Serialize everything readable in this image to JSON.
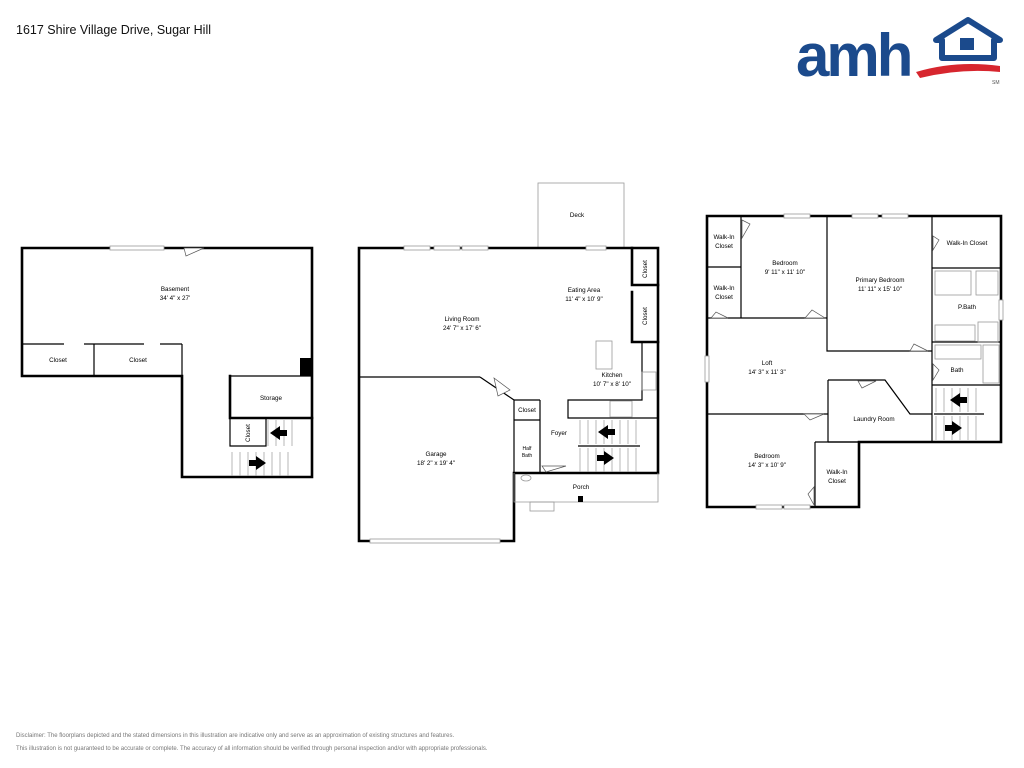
{
  "header": {
    "address": "1617 Shire Village Drive, Sugar Hill",
    "logo_text": "amh",
    "logo_mark": "SM",
    "logo_colors": {
      "text": "#1b4a8c",
      "swoosh": "#d7262e"
    }
  },
  "floors": {
    "basement": {
      "basement_label": "Basement",
      "basement_dims": "34' 4\" x 27'",
      "closet_1": "Closet",
      "closet_2": "Closet",
      "storage": "Storage",
      "closet_3": "Closet"
    },
    "main": {
      "deck": "Deck",
      "eating_area": "Eating Area",
      "eating_area_dims": "11' 4\" x 10' 9\"",
      "closet_a": "Closet",
      "closet_b": "Closet",
      "living_room": "Living Room",
      "living_room_dims": "24' 7\" x 17' 6\"",
      "kitchen": "Kitchen",
      "kitchen_dims": "10' 7\" x 8' 10\"",
      "closet_c": "Closet",
      "foyer": "Foyer",
      "half_bath_1": "Half",
      "half_bath_2": "Bath",
      "garage": "Garage",
      "garage_dims": "18' 2\" x 19' 4\"",
      "porch": "Porch"
    },
    "upper": {
      "walkin_1a": "Walk-In",
      "walkin_1b": "Closet",
      "bedroom_1": "Bedroom",
      "bedroom_1_dims": "9' 11\" x 11' 10\"",
      "primary_bedroom": "Primary Bedroom",
      "primary_bedroom_dims": "11' 11\" x 15' 10\"",
      "walkin_closet_primary": "Walk-In Closet",
      "walkin_2a": "Walk-In",
      "walkin_2b": "Closet",
      "pbath": "P.Bath",
      "loft": "Loft",
      "loft_dims": "14' 3\" x 11' 3\"",
      "bath": "Bath",
      "laundry": "Laundry Room",
      "bedroom_2": "Bedroom",
      "bedroom_2_dims": "14' 3\" x 10' 9\"",
      "walkin_3a": "Walk-In",
      "walkin_3b": "Closet"
    }
  },
  "footer": {
    "disclaimer_1": "Disclaimer: The floorplans depicted and the stated dimensions in this illustration are indicative only and serve as an approximation of existing structures and features.",
    "disclaimer_2": "This illustration is not guaranteed to be accurate or complete. The accuracy of all information should be verified through personal inspection and/or with appropriate professionals."
  }
}
